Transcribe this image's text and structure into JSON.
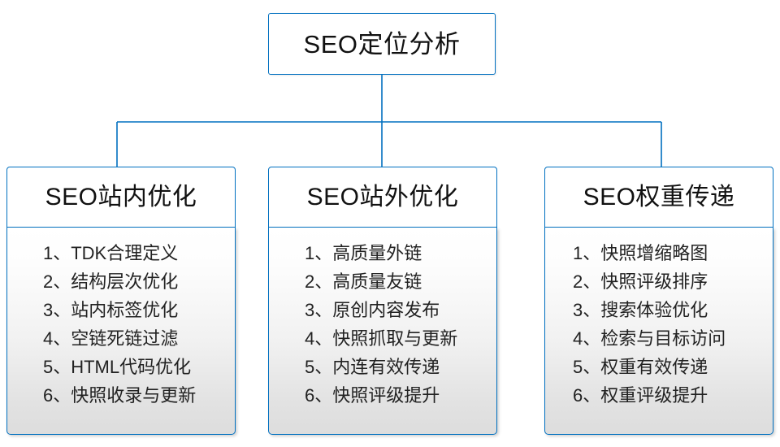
{
  "diagram": {
    "accent_color": "#0070C0",
    "root": {
      "label": "SEO定位分析"
    },
    "branches": [
      {
        "title": "SEO站内优化",
        "items": [
          "1、TDK合理定义",
          "2、结构层次优化",
          "3、站内标签优化",
          "4、空链死链过滤",
          "5、HTML代码优化",
          "6、快照收录与更新"
        ]
      },
      {
        "title": "SEO站外优化",
        "items": [
          "1、高质量外链",
          "2、高质量友链",
          "3、原创内容发布",
          "4、快照抓取与更新",
          "5、内连有效传递",
          "6、快照评级提升"
        ]
      },
      {
        "title": "SEO权重传递",
        "items": [
          "1、快照增缩略图",
          "2、快照评级排序",
          "3、搜索体验优化",
          "4、检索与目标访问",
          "5、权重有效传递",
          "6、权重评级提升"
        ]
      }
    ]
  }
}
